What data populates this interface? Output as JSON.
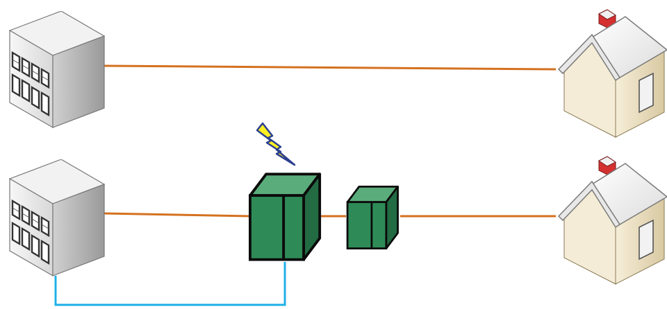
{
  "diagram": {
    "nodes": [
      {
        "id": "office-building-top",
        "icon": "office-building-icon"
      },
      {
        "id": "house-top",
        "icon": "house-icon"
      },
      {
        "id": "office-building-bottom",
        "icon": "office-building-icon"
      },
      {
        "id": "street-cabinet-large",
        "icon": "green-cabinet-icon"
      },
      {
        "id": "street-cabinet-small",
        "icon": "green-cabinet-icon"
      },
      {
        "id": "house-bottom",
        "icon": "house-icon"
      },
      {
        "id": "power-bolt",
        "icon": "lightning-bolt-icon"
      }
    ],
    "links": [
      {
        "from": "office-building-top",
        "to": "house-top",
        "kind": "copper"
      },
      {
        "from": "office-building-bottom",
        "to": "street-cabinet-large",
        "kind": "copper"
      },
      {
        "from": "street-cabinet-large",
        "to": "street-cabinet-small",
        "kind": "copper"
      },
      {
        "from": "street-cabinet-small",
        "to": "house-bottom",
        "kind": "copper"
      },
      {
        "from": "office-building-bottom",
        "to": "street-cabinet-large",
        "kind": "fiber"
      }
    ],
    "colors": {
      "copper_line": "#d4711f",
      "fiber_line": "#1fb0e8",
      "cabinet_front": "#2e8b57",
      "cabinet_top": "#5aad7b",
      "cabinet_side": "#236b43",
      "bolt_fill": "#ffee22",
      "bolt_outline": "#2a3f8f",
      "house_wall": "#efe3c6",
      "house_roof": "#f4f4f4",
      "chimney": "#d43030",
      "building_front": "#e9e9e9",
      "building_side": "#a9a9a9"
    }
  }
}
